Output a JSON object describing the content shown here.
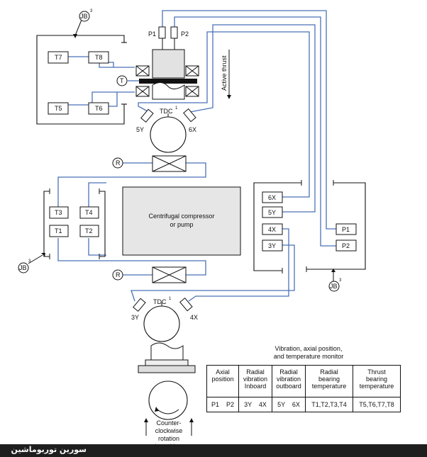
{
  "junction_box_label": "JB",
  "junction_box_note": "3",
  "tdc_label": "TDC",
  "tdc_note": "1",
  "active_thrust_label": "Active thrust",
  "thrust_temp_sensors": [
    "T7",
    "T8",
    "T5",
    "T6"
  ],
  "journal_temp_sensors": [
    "T3",
    "T4",
    "T1",
    "T2"
  ],
  "phase_marker_label": "T",
  "coupling_marker_label": "R",
  "pressure_taps": [
    "P1",
    "P2"
  ],
  "probes_upper": [
    "5Y",
    "6X"
  ],
  "probes_lower": [
    "3Y",
    "4X"
  ],
  "machine_label": "Centrifugal compressor\nor pump",
  "monitor_channels_left": [
    "6X",
    "5Y",
    "4X",
    "3Y"
  ],
  "monitor_channels_right": [
    "P1",
    "P2"
  ],
  "monitor_title": "Vibration, axial position,\nand temperature monitor",
  "monitor_headers": [
    "Axial\nposition",
    "Radial\nvibration\nInboard",
    "Radial\nvibration\noutboard",
    "Radial\nbearing\ntemperature",
    "Thrust\nbearing\ntemperature"
  ],
  "monitor_values": [
    "P1    P2",
    "3Y    4X",
    "5Y    6X",
    "T1,T2,T3,T4",
    "T5,T6,T7,T8"
  ],
  "rotation_label": "Counter-\nclockwise\nrotation\nviewed here",
  "watermark": "سورین توربوماشین",
  "colors": {
    "wire": "#4a72b8",
    "machine_fill": "#e6e6e6",
    "bar": "#1e1e1e"
  }
}
